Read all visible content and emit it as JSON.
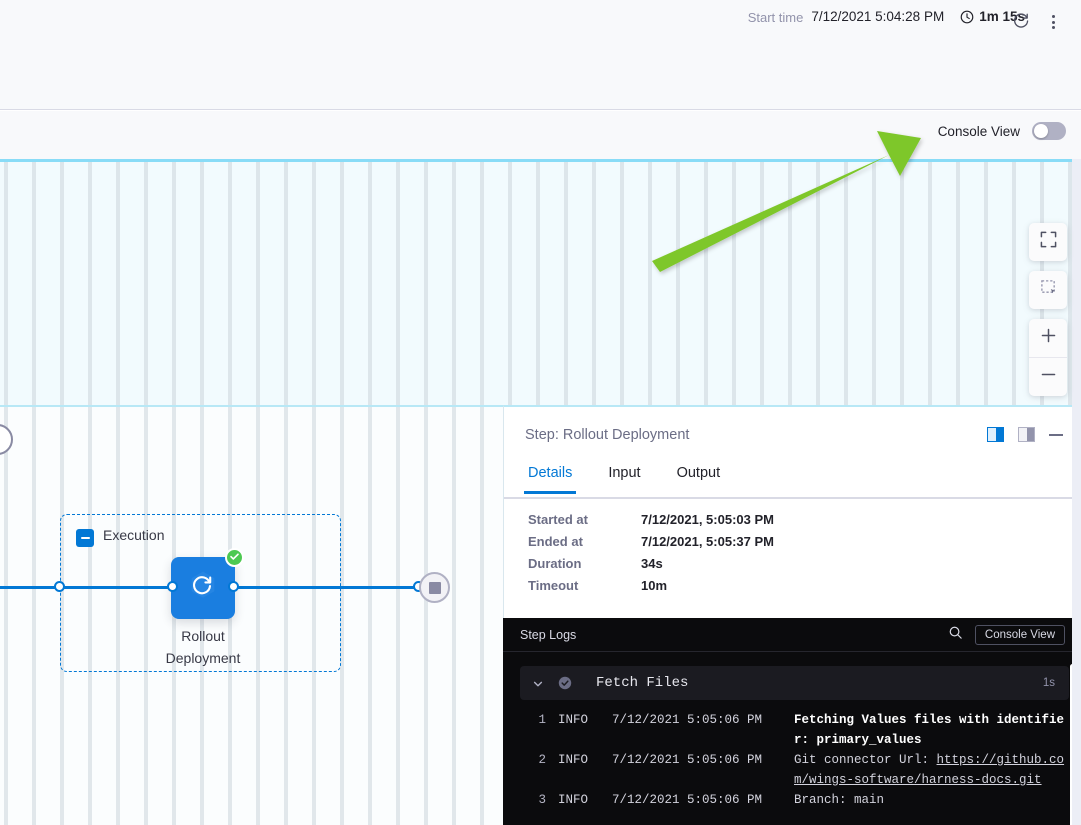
{
  "header": {
    "start_time_label": "Start time",
    "start_time_value": "7/12/2021 5:04:28 PM",
    "duration": "1m 15s",
    "refresh_icon": "refresh-icon",
    "more_icon": "kebab-menu-icon",
    "clock_icon": "clock-icon"
  },
  "toolbar": {
    "console_view_label": "Console View",
    "toggle_state": "off"
  },
  "canvas": {
    "controls": [
      {
        "name": "fit-to-screen-button",
        "icon": "expand-icon"
      },
      {
        "name": "select-area-button",
        "icon": "dashed-selection-icon"
      },
      {
        "name": "zoom-in-button",
        "icon": "plus-icon"
      },
      {
        "name": "zoom-out-button",
        "icon": "minus-icon"
      }
    ],
    "annotation": {
      "type": "arrow",
      "color": "#7ec72b",
      "points": "from (652,261) to (921,138)"
    }
  },
  "graph": {
    "group_label": "Execution",
    "collapse_icon": "minus-icon",
    "step": {
      "label_line1": "Rollout",
      "label_line2": "Deployment",
      "icon": "rollout-deployment-icon",
      "status": "success",
      "status_icon": "check-circle-icon",
      "node_color": "#1a7ee0",
      "status_color": "#4dc952"
    },
    "end_node_icon": "stop-square-icon"
  },
  "details": {
    "title": "Step: Rollout Deployment",
    "icons": {
      "layout_active": "panel-right-layout-icon",
      "layout_inactive": "panel-bottom-layout-icon",
      "minimize": "minimize-icon"
    },
    "tabs": [
      {
        "label": "Details",
        "active": true
      },
      {
        "label": "Input",
        "active": false
      },
      {
        "label": "Output",
        "active": false
      }
    ],
    "fields": [
      {
        "key": "Started at",
        "value": "7/12/2021, 5:05:03 PM"
      },
      {
        "key": "Ended at",
        "value": "7/12/2021, 5:05:37 PM"
      },
      {
        "key": "Duration",
        "value": "34s"
      },
      {
        "key": "Timeout",
        "value": "10m"
      }
    ]
  },
  "console": {
    "title": "Step Logs",
    "search_icon": "search-icon",
    "console_view_button": "Console View",
    "section": {
      "name": "Fetch Files",
      "duration": "1s",
      "chevron_icon": "chevron-down-icon",
      "status_icon": "check-circle-icon",
      "expanded": true
    },
    "lines": [
      {
        "num": "1",
        "level": "INFO",
        "time": "7/12/2021 5:05:06 PM",
        "message": "Fetching Values files with identifier: primary_values",
        "bold": true
      },
      {
        "num": "2",
        "level": "INFO",
        "time": "7/12/2021 5:05:06 PM",
        "message": "Git connector Url: ",
        "link": "https://github.com/wings-software/harness-docs.git",
        "bold": false
      },
      {
        "num": "3",
        "level": "INFO",
        "time": "7/12/2021 5:05:06 PM",
        "message": "Branch: main",
        "bold": false
      }
    ]
  }
}
